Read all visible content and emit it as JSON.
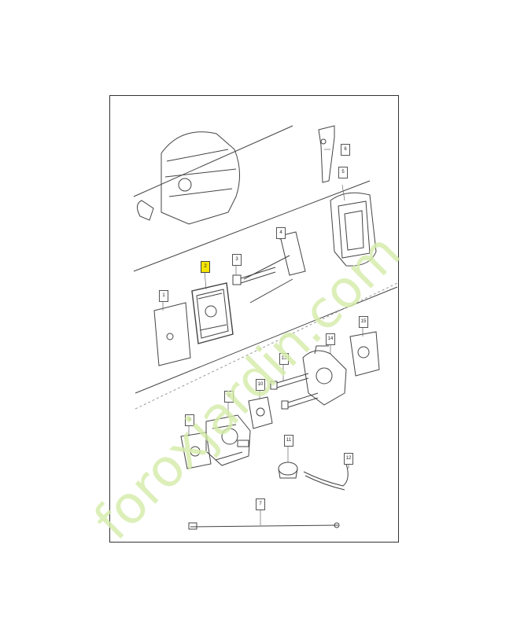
{
  "callouts": [
    {
      "id": "c1",
      "label": "1"
    },
    {
      "id": "c2",
      "label": "2",
      "highlighted": true
    },
    {
      "id": "c3",
      "label": "3"
    },
    {
      "id": "c4",
      "label": "4"
    },
    {
      "id": "c5",
      "label": "5"
    },
    {
      "id": "c6",
      "label": "6"
    },
    {
      "id": "c7",
      "label": "7"
    },
    {
      "id": "c8",
      "label": "8"
    },
    {
      "id": "c9",
      "label": "9"
    },
    {
      "id": "c10",
      "label": "10"
    },
    {
      "id": "c11",
      "label": "11"
    },
    {
      "id": "c12",
      "label": "12"
    },
    {
      "id": "c13",
      "label": "13"
    },
    {
      "id": "c14",
      "label": "14"
    },
    {
      "id": "c15",
      "label": "15"
    }
  ],
  "watermark": {
    "text": "foroxjardin.com"
  },
  "colors": {
    "highlight": "#f5e500",
    "watermark": "#d6ecaa",
    "line": "#333333"
  }
}
